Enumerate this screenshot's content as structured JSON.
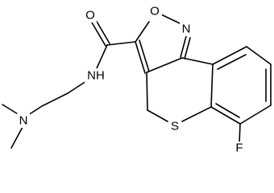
{
  "atoms": {
    "o_carbonyl": "O",
    "o_ring": "O",
    "n_ring": "N",
    "nh": "NH",
    "n_amine": "N",
    "s": "S",
    "f": "F"
  }
}
